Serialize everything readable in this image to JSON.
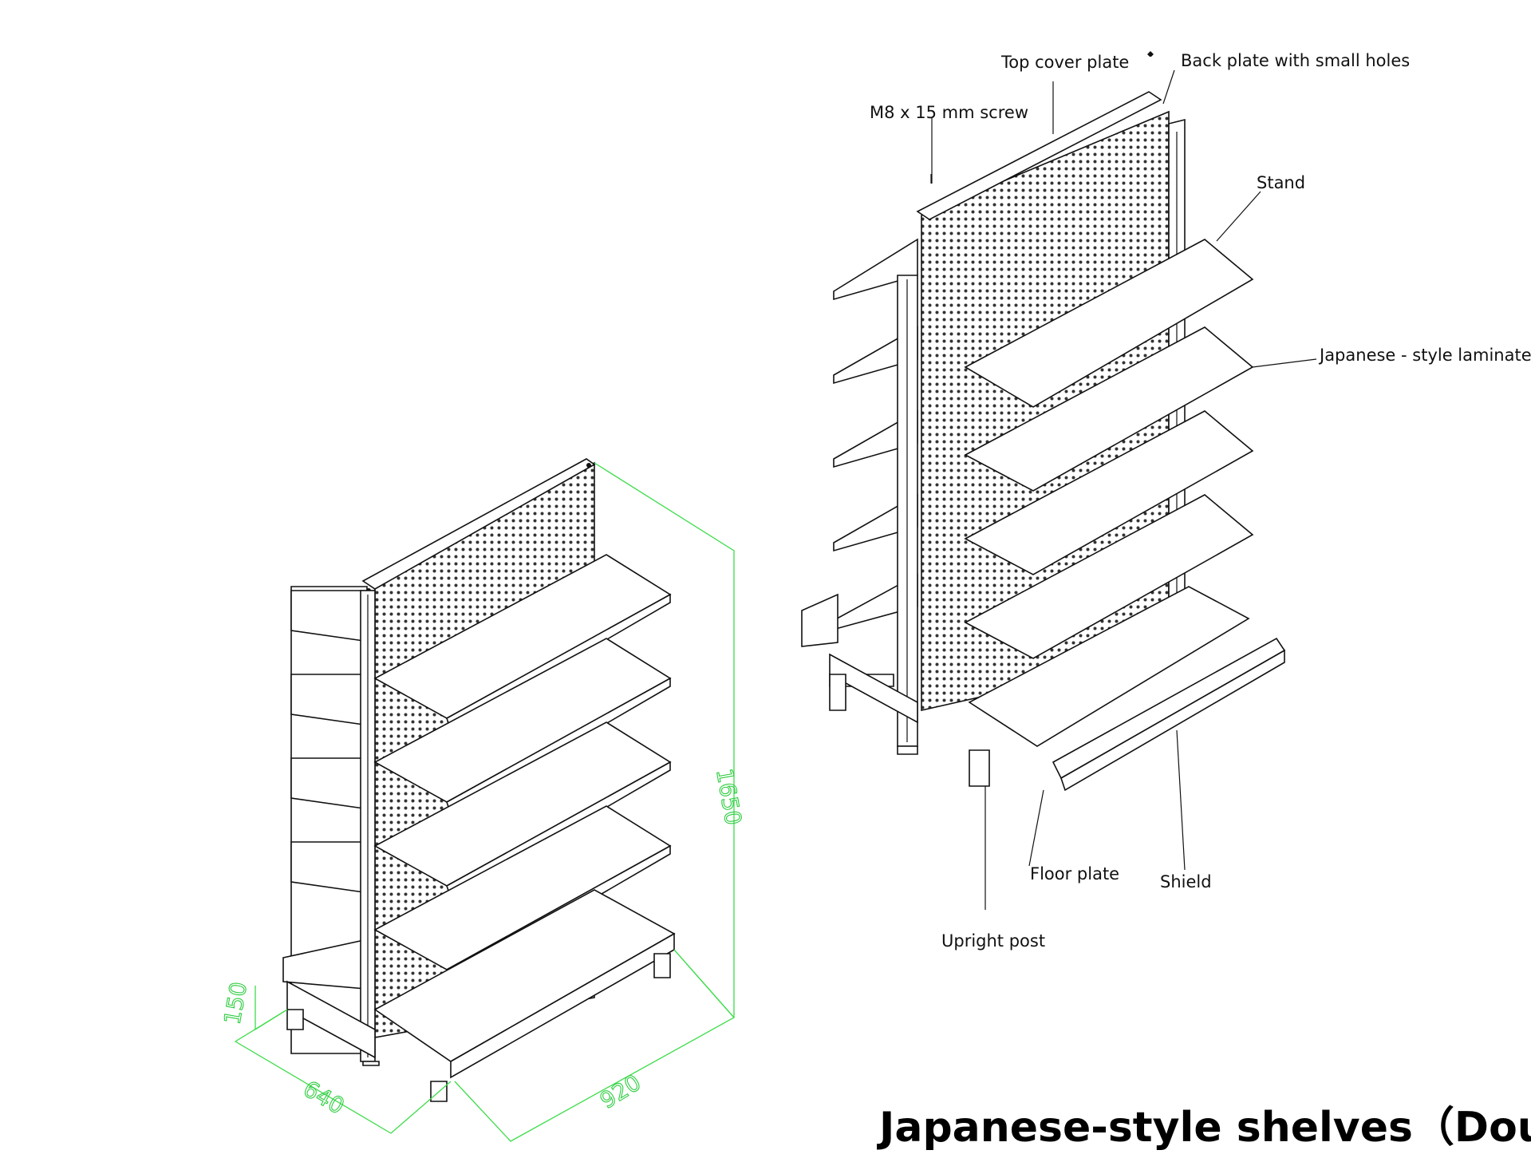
{
  "title": "Japanese-style shelves（Double-sided）",
  "dimensions": {
    "height": "1650",
    "base": "150",
    "depth": "640",
    "width": "920"
  },
  "parts": {
    "top_cover_plate": "Top cover plate",
    "back_plate": "Back plate with small holes",
    "screw": "M8 x 15 mm screw",
    "stand": "Stand",
    "laminate": "Japanese - style laminate",
    "floor_plate": "Floor plate",
    "shield": "Shield",
    "upright_post": "Upright post"
  },
  "colors": {
    "line": "#111111",
    "dimension": "#3ddc4a",
    "background": "#ffffff"
  }
}
